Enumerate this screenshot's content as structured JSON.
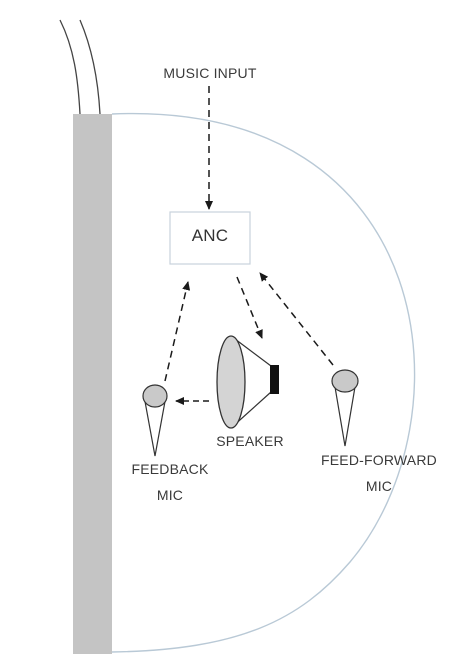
{
  "labels": {
    "music_input": "MUSIC INPUT",
    "anc": "ANC",
    "speaker": "SPEAKER",
    "feedback_line1": "FEEDBACK",
    "feedback_line2": "MIC",
    "feedforward_line1": "FEED-FORWARD",
    "feedforward_line2": "MIC"
  },
  "colors": {
    "earcup_wall": "#c4c4c4",
    "earcup_outline": "#b9c9d6",
    "anc_box_border": "#c8d2dc",
    "arrow": "#1a1a1a",
    "mic_head": "#c9c9c9",
    "speaker_cone": "#d4d4d4",
    "speaker_magnet": "#111111"
  }
}
